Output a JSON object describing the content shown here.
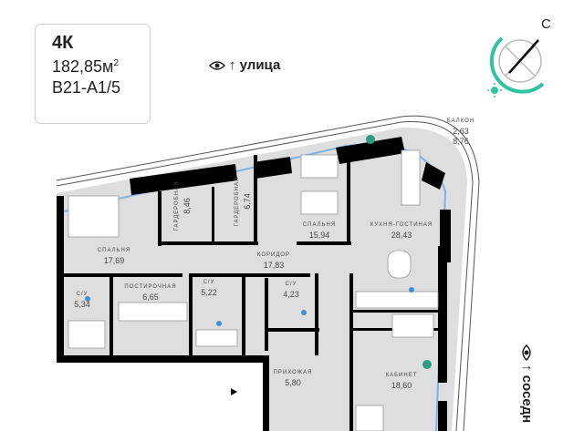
{
  "unit": {
    "type": "4К",
    "area": "182,85м",
    "area_sup": "2",
    "code": "В21-А1/5"
  },
  "views": {
    "top": "↑ улица",
    "right": "↑ соседн",
    "icon": "eye-icon"
  },
  "compass": {
    "north_label": "С",
    "sun_icon": "sun-icon",
    "accent": "#2ec4a0"
  },
  "rooms": [
    {
      "name": "ГАРДЕРОБНАЯ",
      "area": "8,46"
    },
    {
      "name": "ГАРДЕРОБНАЯ",
      "area": "6,74"
    },
    {
      "name": "СПАЛЬНЯ",
      "area": "17,69"
    },
    {
      "name": "СПАЛЬНЯ",
      "area": "15,94"
    },
    {
      "name": "КУХНЯ-ГОСТИНАЯ",
      "area": "28,43"
    },
    {
      "name": "БАЛКОН",
      "area": "2,63",
      "area2": "8,76"
    },
    {
      "name": "КОРИДОР",
      "area": "17,83"
    },
    {
      "name": "С/У",
      "area": "5,34"
    },
    {
      "name": "ПОСТИРОЧНАЯ",
      "area": "6,65"
    },
    {
      "name": "С/У",
      "area": "5,22"
    },
    {
      "name": "С/У",
      "area": "4,23"
    },
    {
      "name": "ПРИХОЖАЯ",
      "area": "5,80"
    },
    {
      "name": "КАБИНЕТ",
      "area": "18,60"
    }
  ],
  "colors": {
    "floor": "#dedede",
    "wall": "#000000",
    "window": "#7fb2e0",
    "water": "#3d8fd6"
  }
}
